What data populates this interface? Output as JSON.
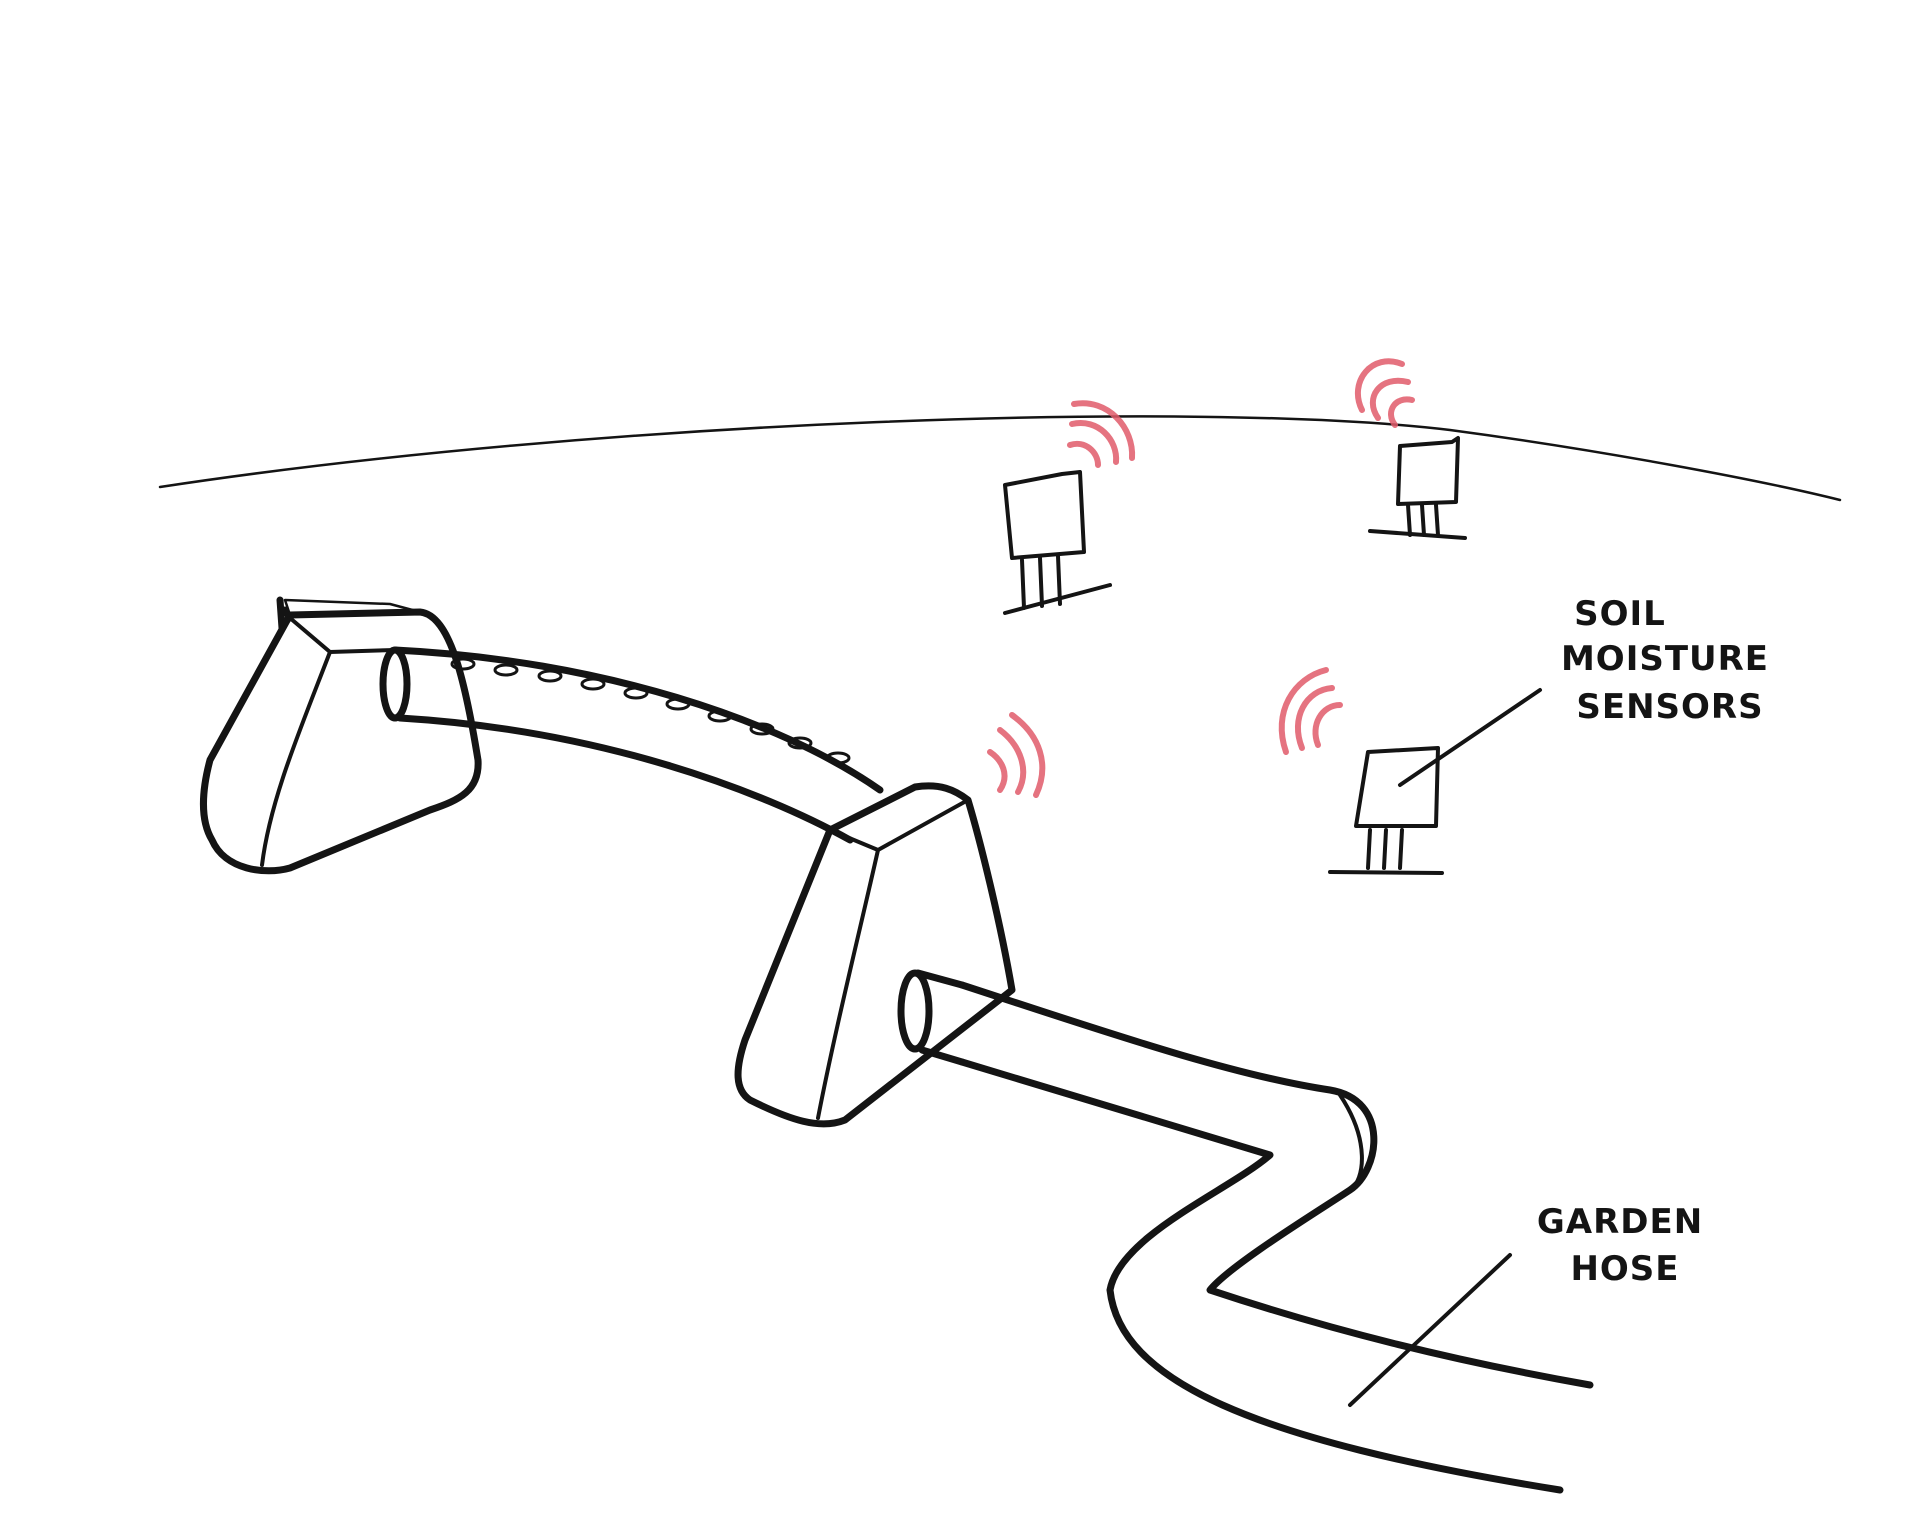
{
  "colors": {
    "ink": "#141414",
    "signal": "#e05a6a",
    "paper": "#ffffff"
  },
  "labels": {
    "sensors": {
      "line1": "SOIL",
      "line2": "MOISTURE",
      "line3": "SENSORS"
    },
    "hose": {
      "line1": "GARDEN",
      "line2": "HOSE"
    }
  }
}
